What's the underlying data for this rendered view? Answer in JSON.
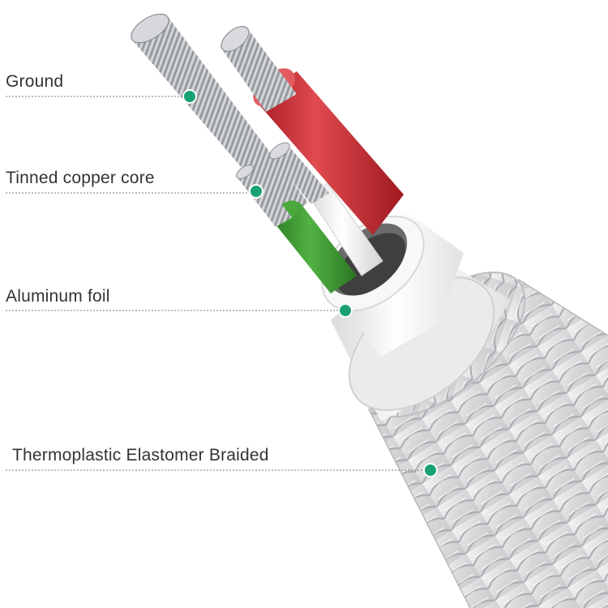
{
  "labels": {
    "ground": "Ground",
    "tinned_copper_core": "Tinned copper core",
    "aluminum_foil": "Aluminum foil",
    "braided_jacket": "Thermoplastic Elastomer Braided"
  },
  "colors": {
    "marker_dot": "#1aa173",
    "leader_line": "#7a7a7a",
    "red_wire": "#c8282e",
    "green_wire": "#3a9a2e",
    "white_wire": "#f2f2f2",
    "strand_metal": "#b9bcc0",
    "braid": "#e2e3e5",
    "text": "#333333"
  },
  "icons": [
    "cable-cross-section-illustration",
    "callout-marker-dot"
  ]
}
